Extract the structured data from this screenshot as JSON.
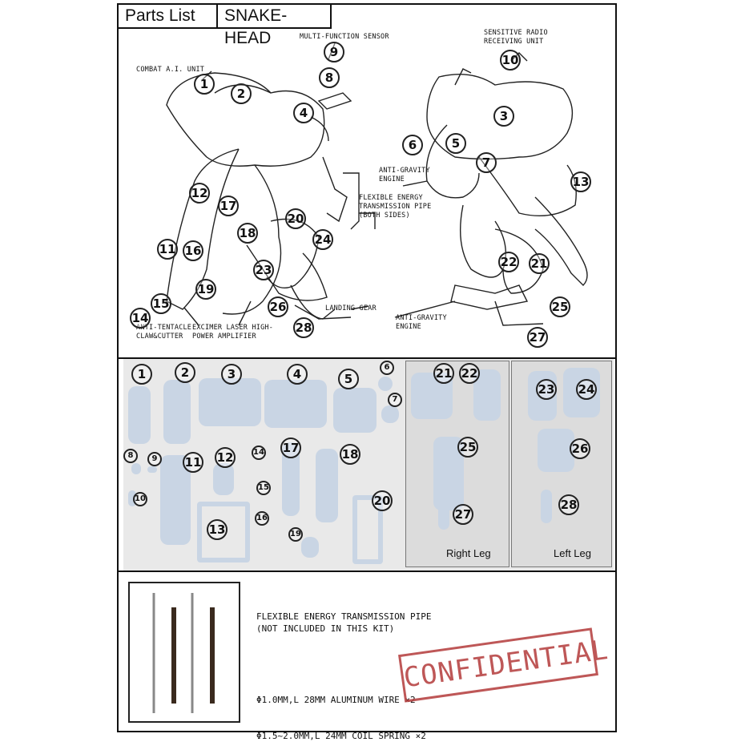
{
  "header": {
    "title": "Parts List",
    "subtitle": "SNAKE-HEAD"
  },
  "diagram_labels": {
    "combat_ai": "COMBAT A.I. UNIT",
    "multi_sensor": "MULTI-FUNCTION SENSOR",
    "radio": "SENSITIVE RADIO\nRECEIVING UNIT",
    "anti_gravity_1": "ANTI-GRAVITY\nENGINE",
    "flex_pipe": "FLEXIBLE ENERGY\nTRANSMISSION PIPE\n(BOTH SIDES)",
    "landing_gear": "LANDING GEAR",
    "anti_gravity_2": "ANTI-GRAVITY\nENGINE",
    "anti_tentacle": "ANTI-TENTACLE\nCLAW&CUTTER",
    "excimer": "EXCIMER LASER HIGH-\nPOWER AMPLIFIER"
  },
  "legs": {
    "right": "Right Leg",
    "left": "Left Leg"
  },
  "notes": {
    "pipe_title": "FLEXIBLE ENERGY TRANSMISSION PIPE\n(NOT INCLUDED IN THIS KIT)",
    "wire": "Φ1.0MM,L 28MM ALUMINUM WIRE ×2",
    "spring": "Φ1.5~2.0MM,L 24MM COIL SPRING ×2"
  },
  "stamp": "CONFIDENTIAL",
  "numbers": [
    "1",
    "2",
    "3",
    "4",
    "5",
    "6",
    "7",
    "8",
    "9",
    "10",
    "11",
    "12",
    "13",
    "14",
    "15",
    "16",
    "17",
    "18",
    "19",
    "20",
    "21",
    "22",
    "23",
    "24",
    "25",
    "26",
    "27",
    "28"
  ],
  "colors": {
    "resin": "#c9d5e4",
    "stamp": "#b33a3a"
  }
}
